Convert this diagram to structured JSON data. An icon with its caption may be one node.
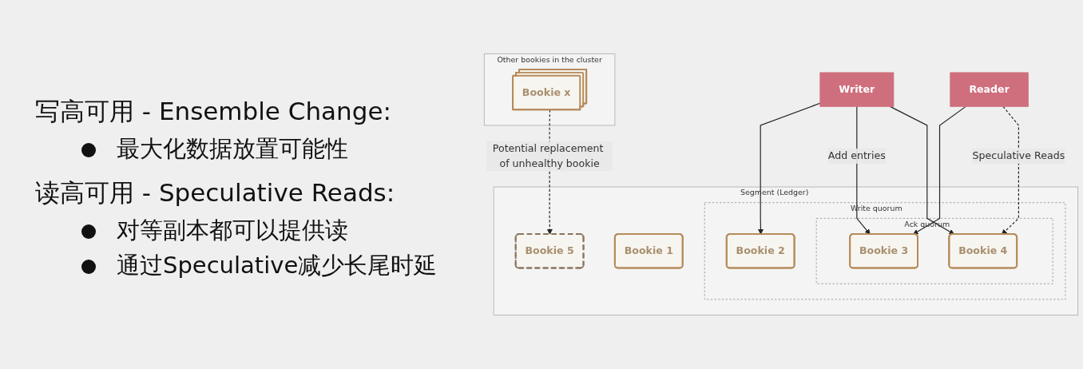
{
  "diagram": {
    "nodes": [
      {
        "text": [
          "Writer"
        ]
      },
      {
        "text": [
          "Segment (Ledger)"
        ]
      },
      {
        "text": [
          "Bookie 1"
        ],
        "in": 1
      },
      {
        "text": [
          "Write quorum"
        ],
        "in": 1
      },
      {
        "text": [
          "Bookie 2"
        ],
        "in": 3
      },
      {
        "text": [
          "Ack quorum"
        ],
        "in": 3
      },
      {
        "text": [
          "Bookie 3"
        ],
        "in": 5
      },
      {
        "text": [
          "Bookie 4"
        ],
        "in": 5
      },
      {
        "text": [
          "Bookie 5"
        ],
        "in": 1
      },
      {
        "text": [
          "Other bookies in the cluster"
        ]
      },
      {
        "text": [
          "Bookie x"
        ],
        "in": 9
      },
      {
        "text": [
          "Reader"
        ]
      }
    ],
    "edges": [
      {
        "from": 0,
        "to": 4,
        "arrow": "to"
      },
      {
        "from": 0,
        "to": 6,
        "arrow": "to",
        "label": "Add entries"
      },
      {
        "from": 0,
        "to": 7,
        "arrow": "to"
      },
      {
        "from": 11,
        "to": 6,
        "arrow": "to"
      },
      {
        "from": 11,
        "to": 7,
        "arrow": "to",
        "style": "dashed",
        "label": "Speculative Reads"
      },
      {
        "from": 10,
        "to": 8,
        "arrow": "to",
        "style": "dashed",
        "label": "Potential replacement of unhealthy bookie"
      }
    ],
    "labels": [
      "写高可用 - Ensemble Change:",
      "最大化数据放置可能性",
      "读高可用 - Speculative Reads:",
      "对等副本都可以提供读",
      "通过Speculative减少长尾时延"
    ]
  }
}
